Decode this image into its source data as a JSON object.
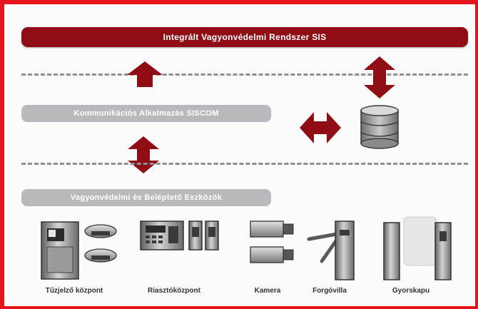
{
  "colors": {
    "border": "#e3161c",
    "accent": "#8f0e16",
    "gray_bar": "#b9b9bd",
    "dash": "#8f8f93"
  },
  "header": {
    "title": "Integrált Vagyonvédelmi Rendszer SIS"
  },
  "layers": {
    "communication": "Kommunikációs Alkalmazás SISCOM",
    "devices": "Vagyonvédelmi és Beléptető Eszközök"
  },
  "devices": [
    {
      "label": "Tűzjelző központ",
      "icon": "fire-alarm-panel-icon"
    },
    {
      "label": "Riasztóközpont",
      "icon": "alarm-keypad-icon"
    },
    {
      "label": "Kamera",
      "icon": "camera-icon"
    },
    {
      "label": "Forgóvilla",
      "icon": "turnstile-icon"
    },
    {
      "label": "Gyorskapu",
      "icon": "speed-gate-icon"
    }
  ]
}
